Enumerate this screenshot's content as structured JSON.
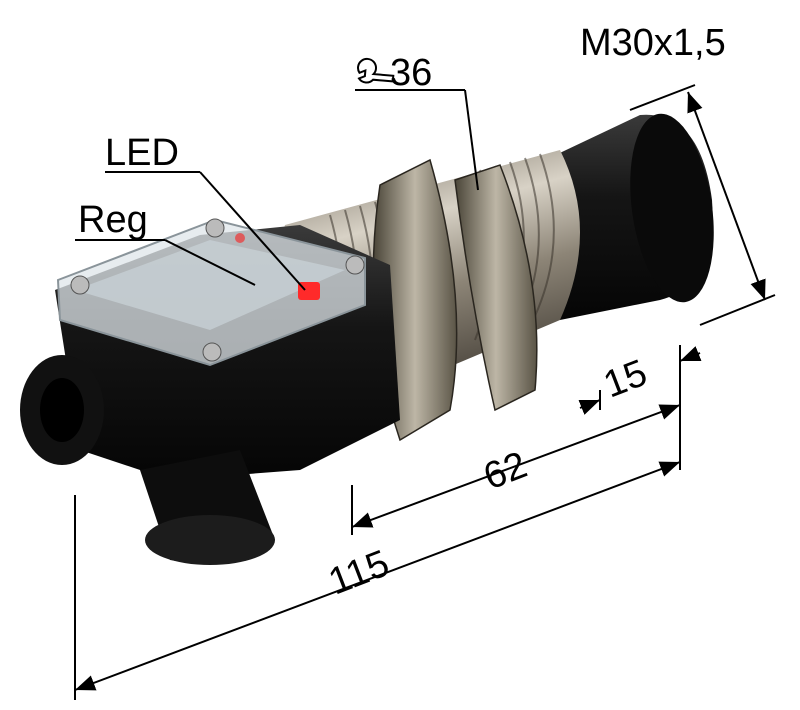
{
  "labels": {
    "thread": "M30x1,5",
    "wrench_size": "36",
    "led": "LED",
    "reg": "Reg",
    "dim_thread_free": "15",
    "dim_body": "62",
    "dim_total": "115"
  },
  "icons": {
    "wrench": "wrench-icon"
  },
  "colors": {
    "housing": "#111111",
    "metal": "#a89f92",
    "led": "#ff2a2a"
  }
}
